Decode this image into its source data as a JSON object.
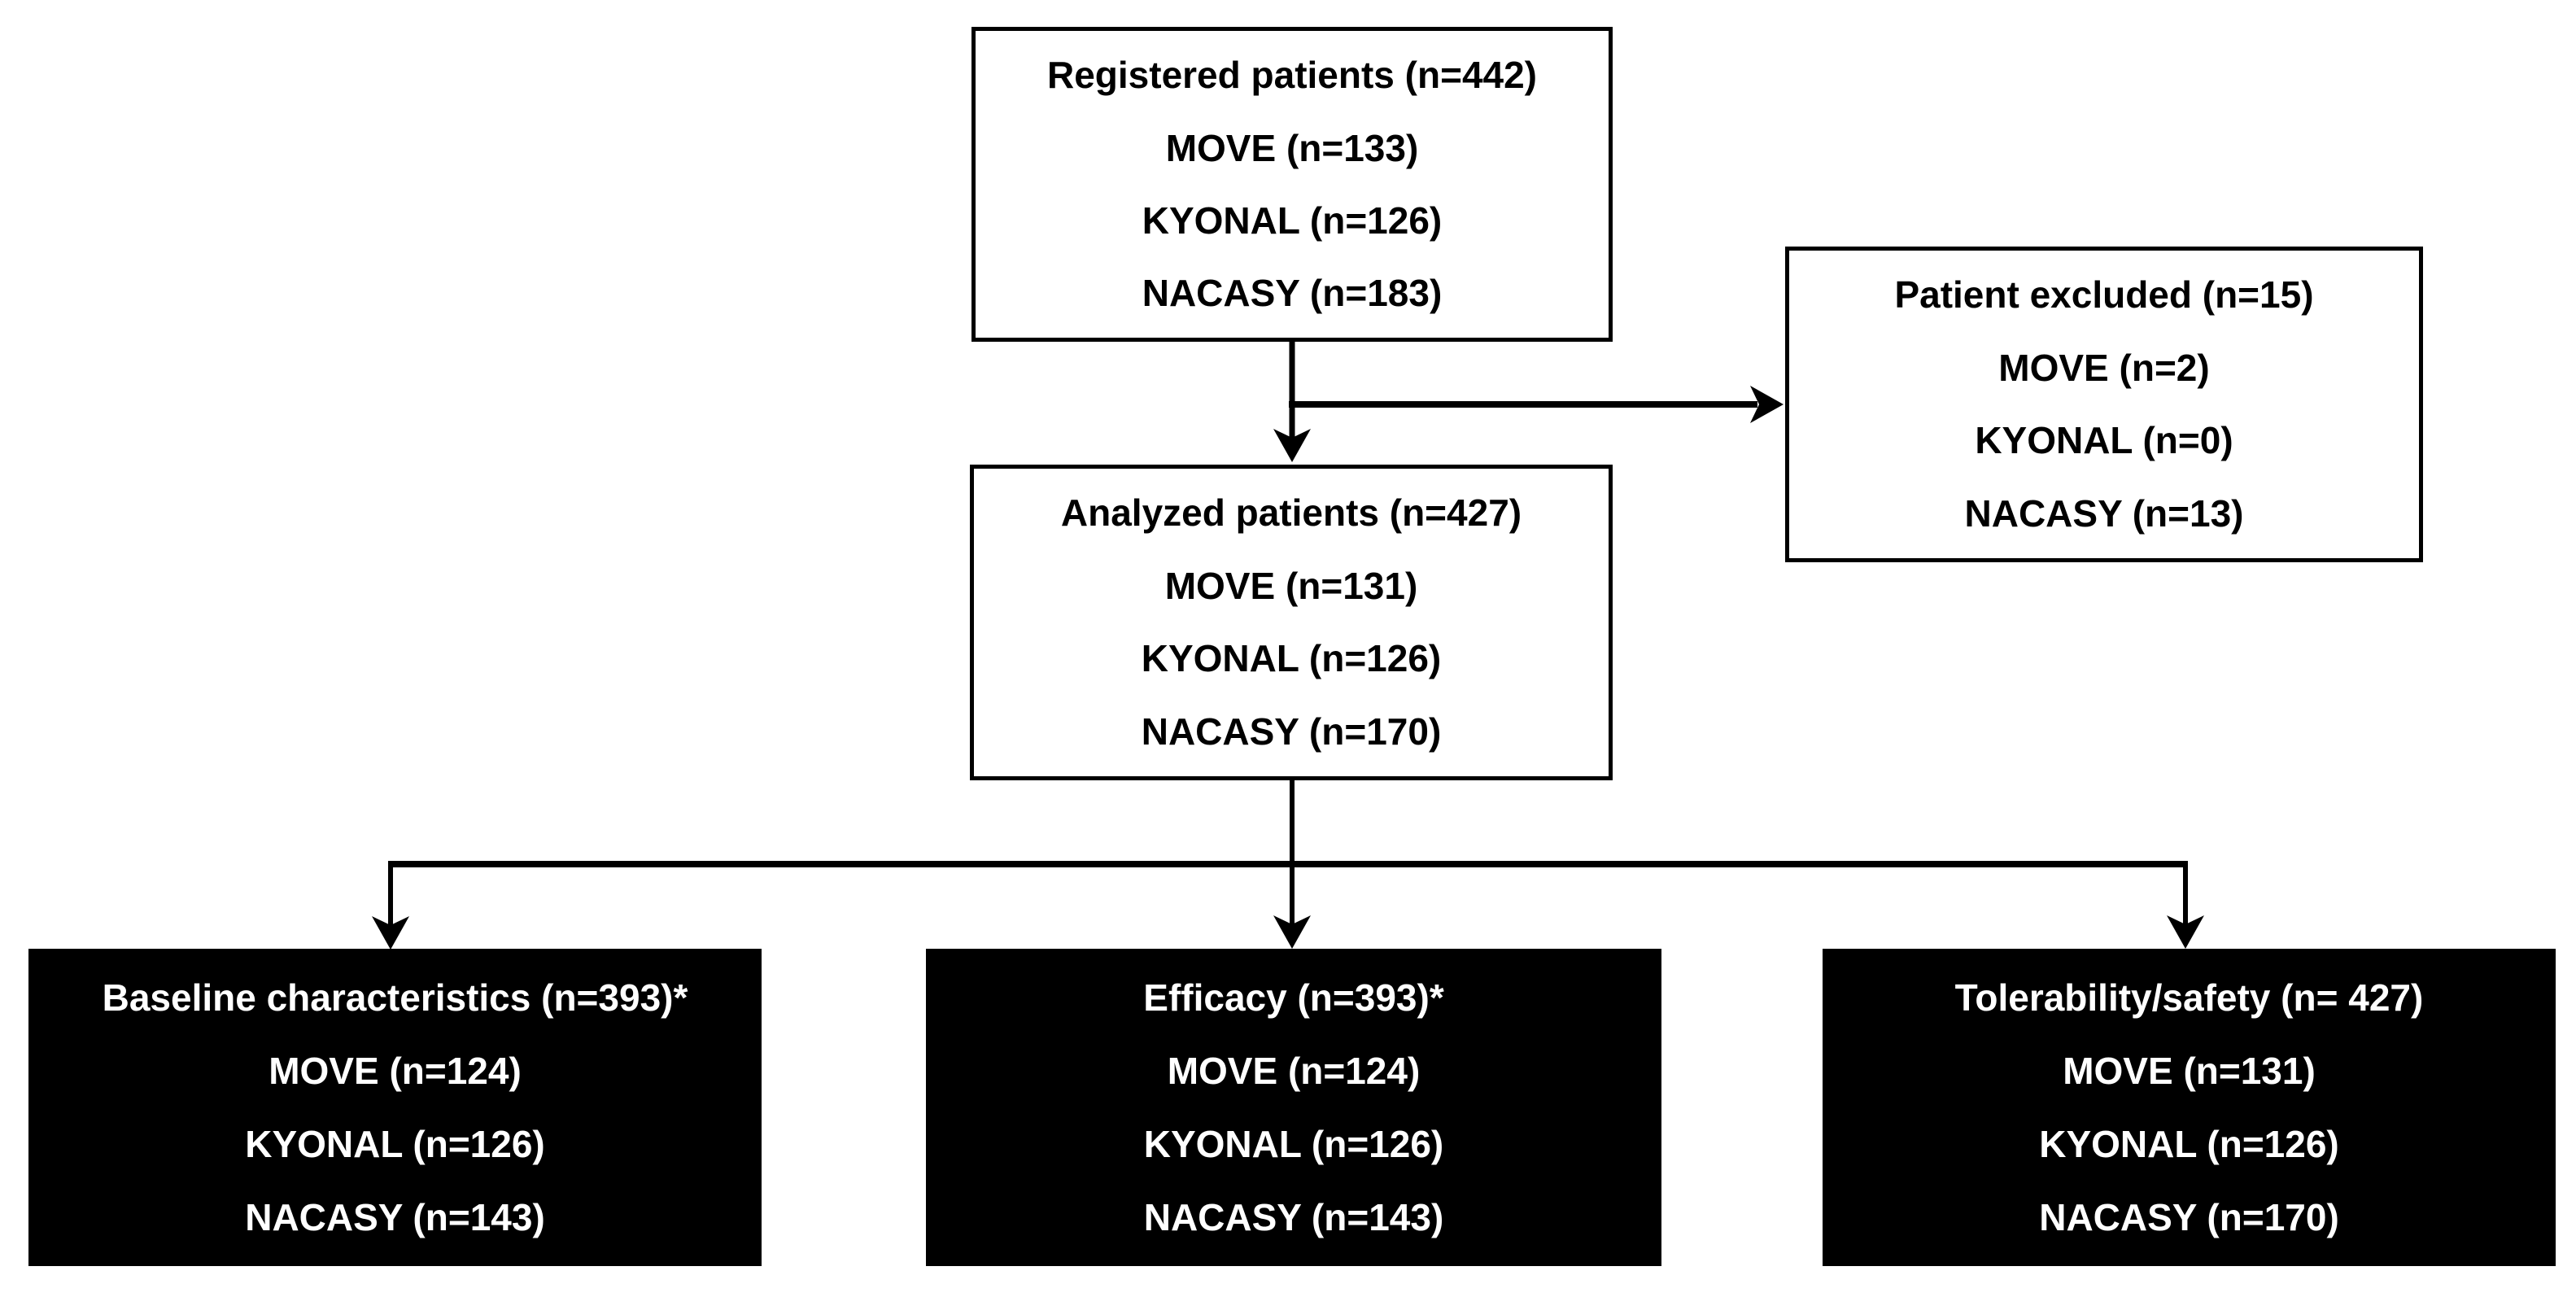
{
  "flowchart": {
    "registered": {
      "title": "Registered patients (n=442)",
      "lines": [
        "MOVE (n=133)",
        "KYONAL (n=126)",
        "NACASY (n=183)"
      ]
    },
    "excluded": {
      "title": "Patient excluded (n=15)",
      "lines": [
        "MOVE (n=2)",
        "KYONAL (n=0)",
        "NACASY (n=13)"
      ]
    },
    "analyzed": {
      "title": "Analyzed patients (n=427)",
      "lines": [
        "MOVE (n=131)",
        "KYONAL (n=126)",
        "NACASY (n=170)"
      ]
    },
    "baseline": {
      "title": "Baseline characteristics (n=393)*",
      "lines": [
        "MOVE (n=124)",
        "KYONAL (n=126)",
        "NACASY (n=143)"
      ]
    },
    "efficacy": {
      "title": "Efficacy (n=393)*",
      "lines": [
        "MOVE (n=124)",
        "KYONAL (n=126)",
        "NACASY (n=143)"
      ]
    },
    "tolerability": {
      "title": "Tolerability/safety (n= 427)",
      "lines": [
        "MOVE (n=131)",
        "KYONAL (n=126)",
        "NACASY (n=170)"
      ]
    }
  },
  "colors": {
    "background": "#ffffff",
    "outline_box_background": "#ffffff",
    "outline_box_border": "#000000",
    "outline_box_text": "#000000",
    "filled_box_background": "#000000",
    "filled_box_text": "#ffffff",
    "connector_line": "#000000"
  }
}
